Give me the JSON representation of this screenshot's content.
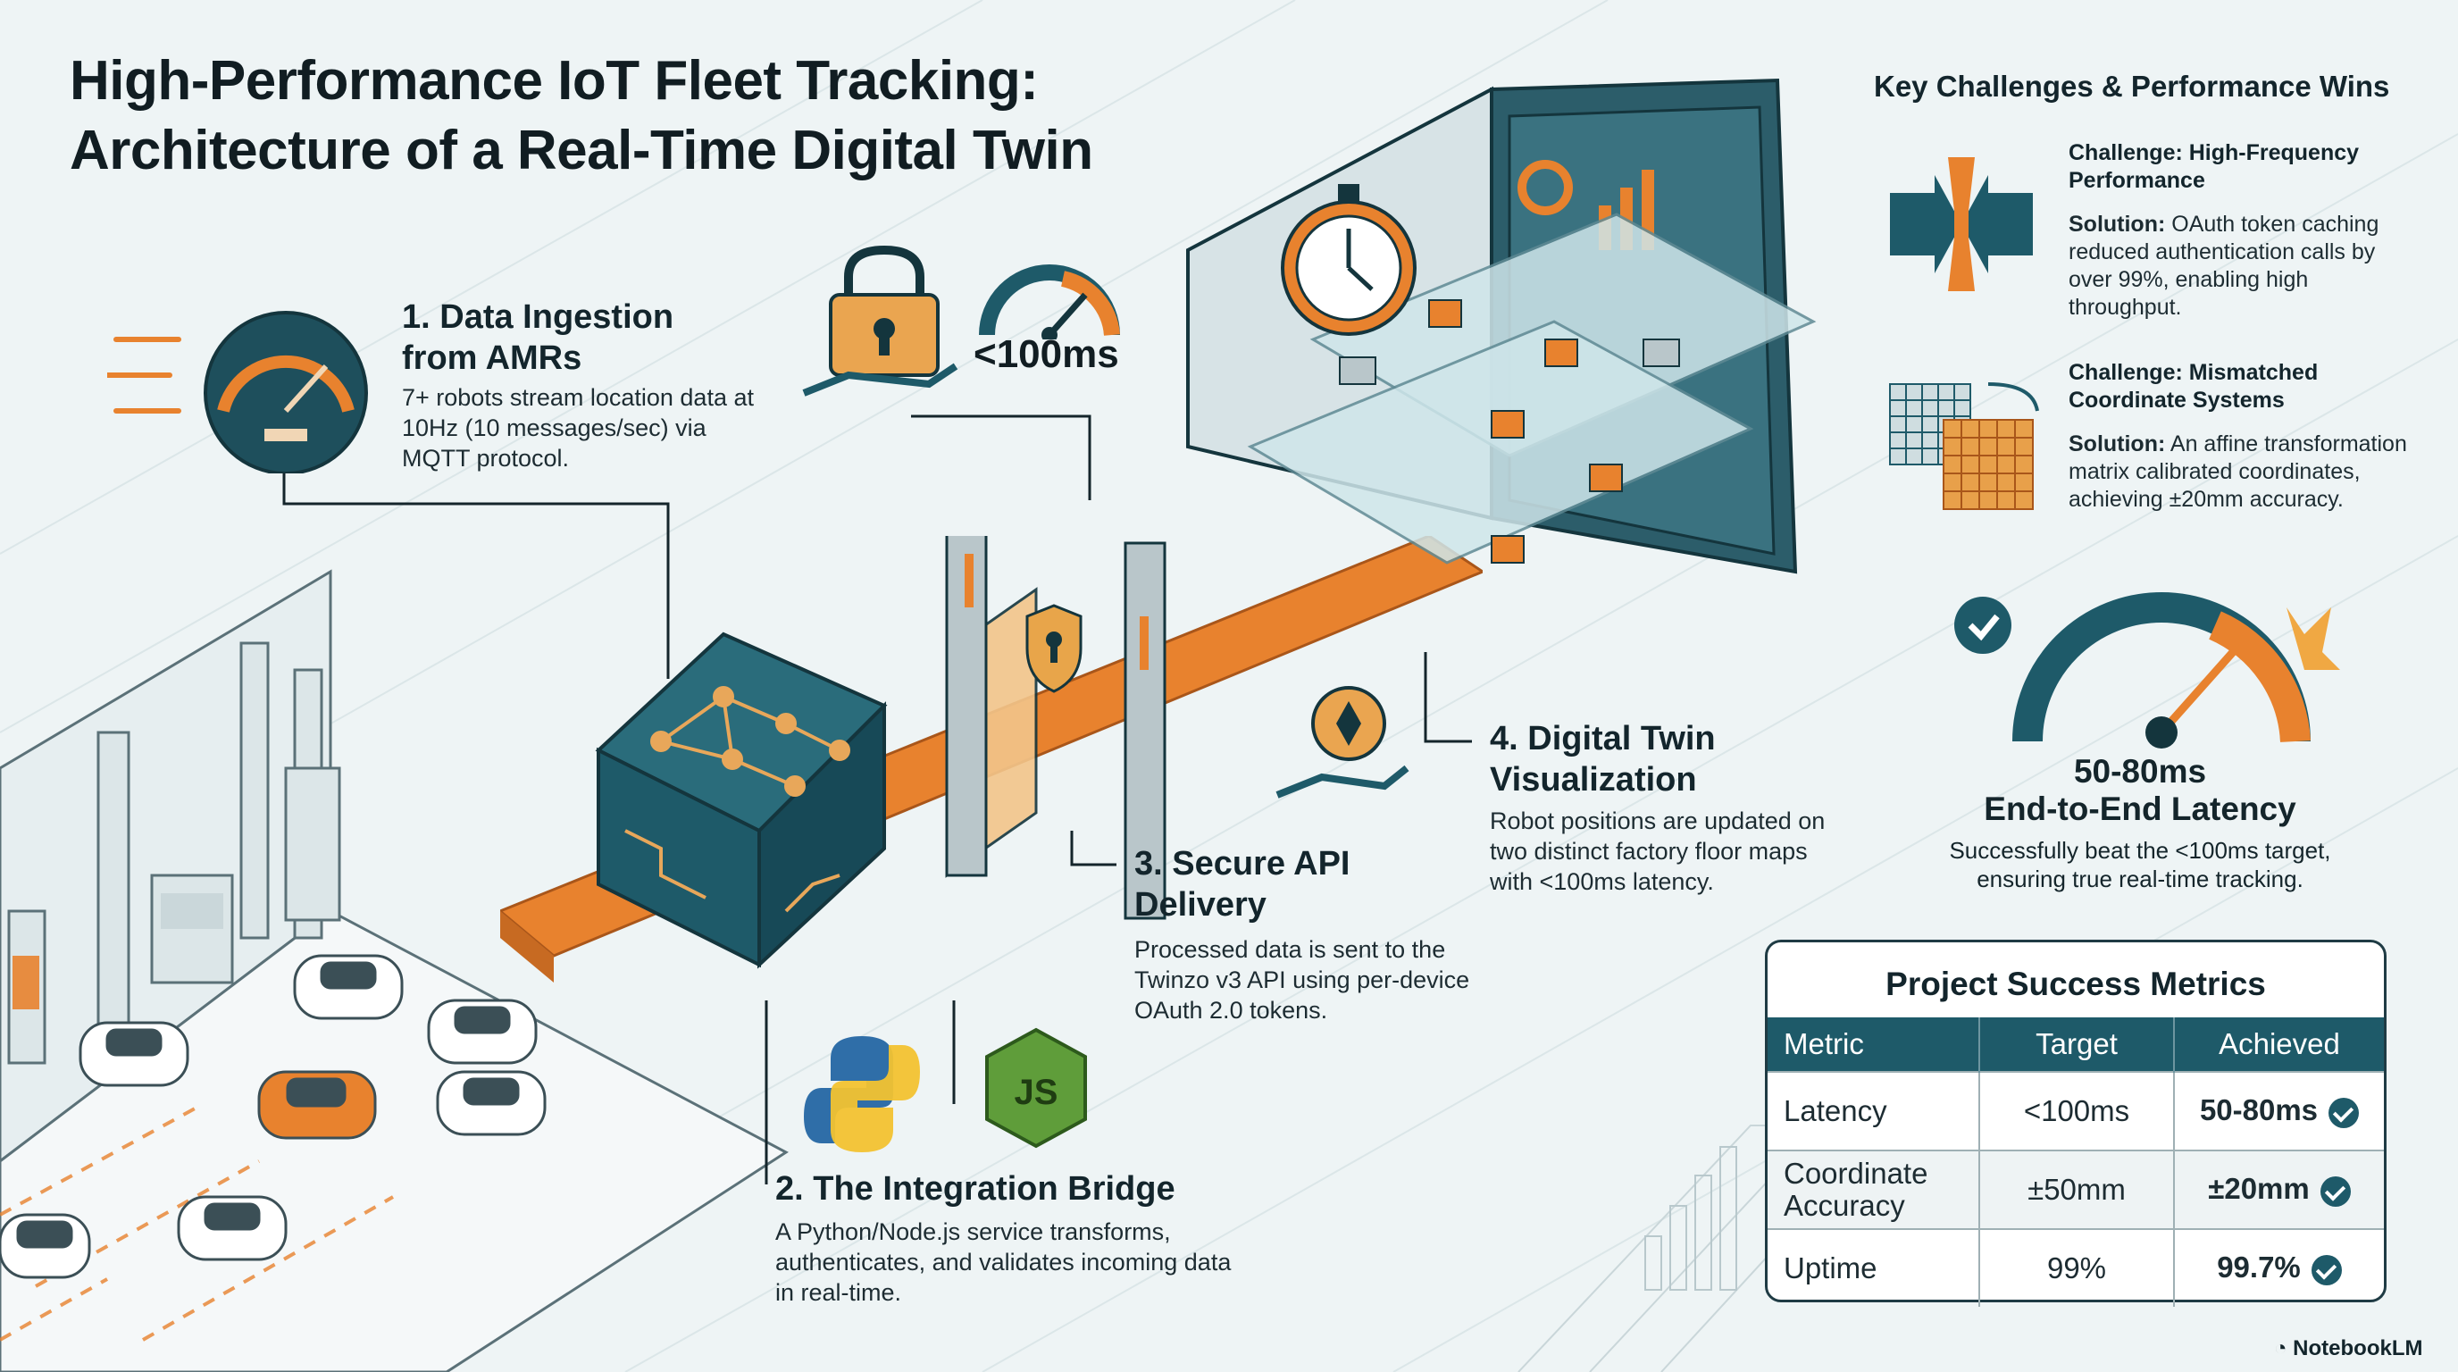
{
  "title": {
    "line1": "High-Performance IoT Fleet Tracking:",
    "line2": "Architecture of a Real-Time Digital Twin"
  },
  "latency_badge": "<100ms",
  "steps": {
    "ingestion": {
      "heading": "1. Data Ingestion from AMRs",
      "body": "7+ robots stream location data at 10Hz (10 messages/sec) via MQTT protocol."
    },
    "bridge": {
      "heading": "2. The Integration Bridge",
      "body": "A Python/Node.js service transforms, authenticates, and validates incoming data in real-time."
    },
    "api": {
      "heading": "3. Secure API Delivery",
      "body": "Processed data is sent to the Twinzo v3 API using per-device OAuth 2.0 tokens."
    },
    "twin": {
      "heading": "4. Digital Twin Visualization",
      "body": "Robot positions are updated on two distinct factory floor maps with <100ms latency."
    }
  },
  "challenges": {
    "title": "Key Challenges & Performance Wins",
    "items": [
      {
        "heading": "Challenge: High-Frequency Performance",
        "solution_label": "Solution:",
        "solution": "OAuth token caching reduced authentication calls by over 99%, enabling high throughput."
      },
      {
        "heading": "Challenge: Mismatched Coordinate Systems",
        "solution_label": "Solution:",
        "solution": "An affine transformation matrix calibrated coordinates, achieving ±20mm accuracy."
      }
    ],
    "latency": {
      "value": "50-80ms",
      "label": "End-to-End Latency",
      "note": "Successfully beat the <100ms target, ensuring true real-time tracking."
    }
  },
  "metrics": {
    "title": "Project Success Metrics",
    "headers": [
      "Metric",
      "Target",
      "Achieved"
    ],
    "rows": [
      {
        "metric": "Latency",
        "target": "<100ms",
        "achieved": "50-80ms"
      },
      {
        "metric": "Coordinate Accuracy",
        "target": "±50mm",
        "achieved": "±20mm"
      },
      {
        "metric": "Uptime",
        "target": "99%",
        "achieved": "99.7%"
      }
    ]
  },
  "python_logo_text": "",
  "node_logo_text": "JS",
  "brand": "NotebookLM",
  "colors": {
    "teal_dark": "#1e5a69",
    "orange": "#e8822e",
    "navy": "#13252c",
    "background": "#eef4f5"
  },
  "icons": [
    "speedometer-icon",
    "lock-icon",
    "gauge-icon",
    "stopwatch-icon",
    "shield-lock-icon",
    "coin-hand-icon",
    "python-icon",
    "nodejs-icon",
    "bottleneck-icon",
    "grid-transform-icon",
    "check-icon",
    "latency-gauge-icon",
    "notebooklm-icon"
  ]
}
